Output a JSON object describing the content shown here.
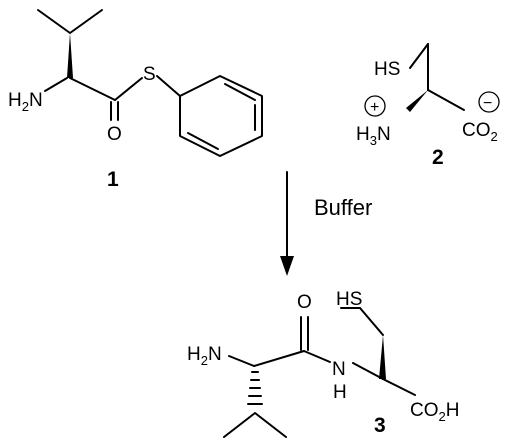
{
  "compounds": [
    {
      "number": "1",
      "atoms": {
        "nh2": "H",
        "nh2_sub": "2",
        "nh2_n": "N",
        "s": "S",
        "o": "O"
      }
    },
    {
      "number": "2",
      "atoms": {
        "hs": "HS",
        "n": "H",
        "n_sub": "3",
        "n_n": "N",
        "co2": "CO",
        "co2_sub": "2",
        "plus": "+",
        "minus": "−"
      }
    },
    {
      "number": "3",
      "atoms": {
        "hs": "HS",
        "o": "O",
        "nh2": "H",
        "nh2_sub": "2",
        "nh2_n": "N",
        "nh_n": "N",
        "nh_h": "H",
        "co2h": "CO",
        "co2h_sub": "2",
        "co2h_h": "H"
      }
    }
  ],
  "reaction": {
    "condition": "Buffer"
  }
}
